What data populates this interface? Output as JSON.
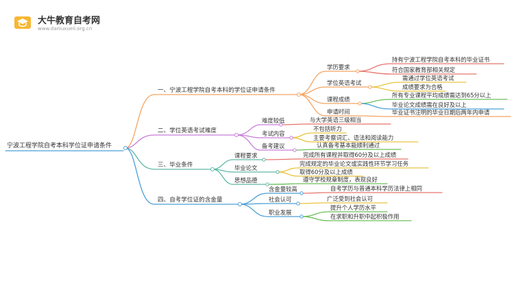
{
  "logo": {
    "name": "大牛教育自考网",
    "url": "www.daniuxueli.org.cn"
  },
  "root": "宁波工程学院自考本科学位证申请条件",
  "branches": [
    {
      "label": "一、宁波工程学院自考本科的学位证申请条件",
      "color": "#f4a460",
      "children": [
        {
          "label": "学历要求",
          "leaves": [
            "持有宁波工程学院自考本科的毕业证书",
            "符合国家教育部相关规定"
          ]
        },
        {
          "label": "学位英语考试",
          "leaves": [
            "需通过学位英语考试",
            "成绩要求为合格"
          ]
        },
        {
          "label": "课程成绩",
          "leaves": [
            "所有专业课程平均成绩需达到65分以上",
            "毕业论文成绩需在良好及以上"
          ]
        },
        {
          "label": "申请时间",
          "leaves": [
            "毕业证书注明的毕业日期后两年内申请"
          ]
        }
      ]
    },
    {
      "label": "二、学位英语考试难度",
      "color": "#c77dd9",
      "children": [
        {
          "label": "难度较低",
          "leaves": [
            "与大学英语三级相当"
          ]
        },
        {
          "label": "考试内容",
          "leaves": [
            "不包括听力",
            "主要考察词汇、语法和阅读能力"
          ]
        },
        {
          "label": "备考建议",
          "leaves": [
            "认真备考基本能顺利通过"
          ]
        }
      ]
    },
    {
      "label": "三、毕业条件",
      "color": "#5fb8a5",
      "children": [
        {
          "label": "课程要求",
          "leaves": [
            "完成所有课程并取得60分及以上成绩"
          ]
        },
        {
          "label": "毕业论文",
          "leaves": [
            "完成规定的毕业论文或实践性环节学习任务",
            "取得60分及以上成绩"
          ]
        },
        {
          "label": "思想品德",
          "leaves": [
            "遵守学校规章制度，表现良好"
          ]
        }
      ]
    },
    {
      "label": "四、自考学位证的含金量",
      "color": "#4a9fd8",
      "children": [
        {
          "label": "含金量较高",
          "leaves": [
            "自考学历与普通本科学历法律上相同"
          ]
        },
        {
          "label": "社会认可",
          "leaves": [
            "广泛受到社会认可"
          ]
        },
        {
          "label": "职业发展",
          "leaves": [
            "提升个人学历水平",
            "在求职和升职中起积极作用"
          ]
        }
      ]
    }
  ],
  "colors": {
    "branch1": "#f4a460",
    "branch2": "#c77dd9",
    "branch3": "#5fb8a5",
    "branch4": "#4a9fd8",
    "leaf_red": "#e8736b",
    "leaf_yellow": "#e8c440",
    "leaf_green": "#6bbf59",
    "leaf_blue": "#4a9fd8"
  }
}
